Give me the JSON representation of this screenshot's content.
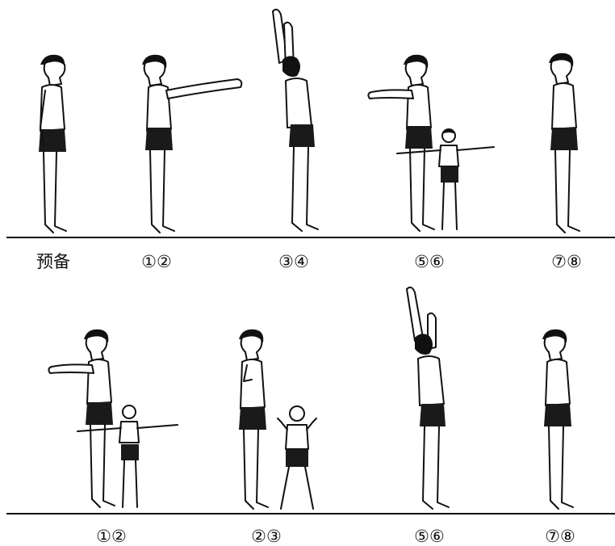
{
  "rows": [
    {
      "captions": [
        "预备",
        "①②",
        "③④",
        "⑤⑥",
        "⑦⑧"
      ]
    },
    {
      "captions": [
        "①②",
        "②③",
        "⑤⑥",
        "⑦⑧"
      ]
    }
  ],
  "colors": {
    "ink": "#111111",
    "shorts": "#1a1a1a",
    "paper": "#ffffff"
  }
}
